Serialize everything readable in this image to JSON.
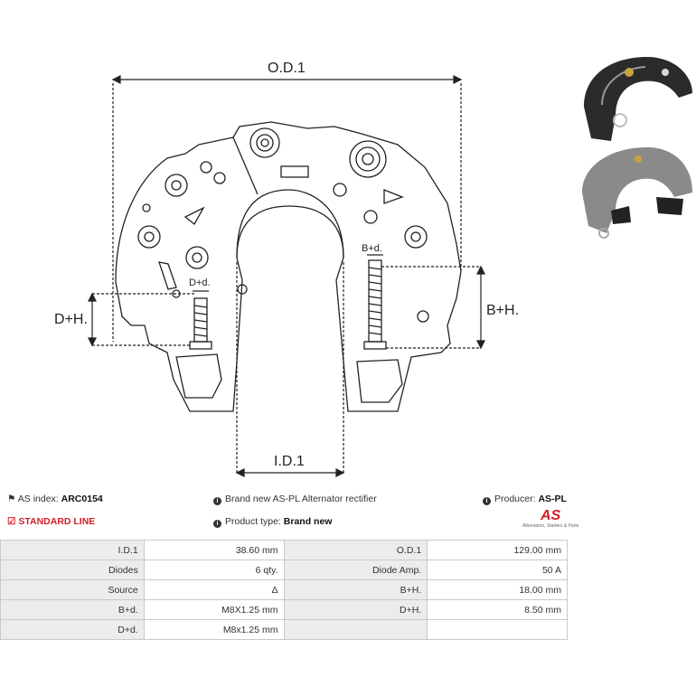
{
  "drawing": {
    "labels": {
      "od": "O.D.1",
      "id": "I.D.1",
      "dh": "D+H.",
      "bh": "B+H.",
      "dd": "D+d.",
      "bd": "B+d."
    }
  },
  "info": {
    "as_index_label": "AS index:",
    "as_index_value": "ARC0154",
    "description": "Brand new AS-PL Alternator rectifier",
    "producer_label": "Producer:",
    "producer_value": "AS-PL",
    "line": "STANDARD LINE",
    "product_type_label": "Product type:",
    "product_type_value": "Brand new",
    "logo_text": "AS",
    "logo_tagline": "Alternators, Starters & Parts"
  },
  "specs": [
    {
      "k1": "I.D.1",
      "v1": "38.60 mm",
      "k2": "O.D.1",
      "v2": "129.00 mm"
    },
    {
      "k1": "Diodes",
      "v1": "6 qty.",
      "k2": "Diode Amp.",
      "v2": "50 A"
    },
    {
      "k1": "Source",
      "v1": "Δ",
      "k2": "B+H.",
      "v2": "18.00 mm"
    },
    {
      "k1": "B+d.",
      "v1": "M8X1.25 mm",
      "k2": "D+H.",
      "v2": "8.50 mm"
    },
    {
      "k1": "D+d.",
      "v1": "M8x1.25 mm",
      "k2": "",
      "v2": ""
    }
  ],
  "colors": {
    "accent_red": "#d0202a",
    "table_key_bg": "#ececec",
    "border": "#c9c9c9"
  }
}
